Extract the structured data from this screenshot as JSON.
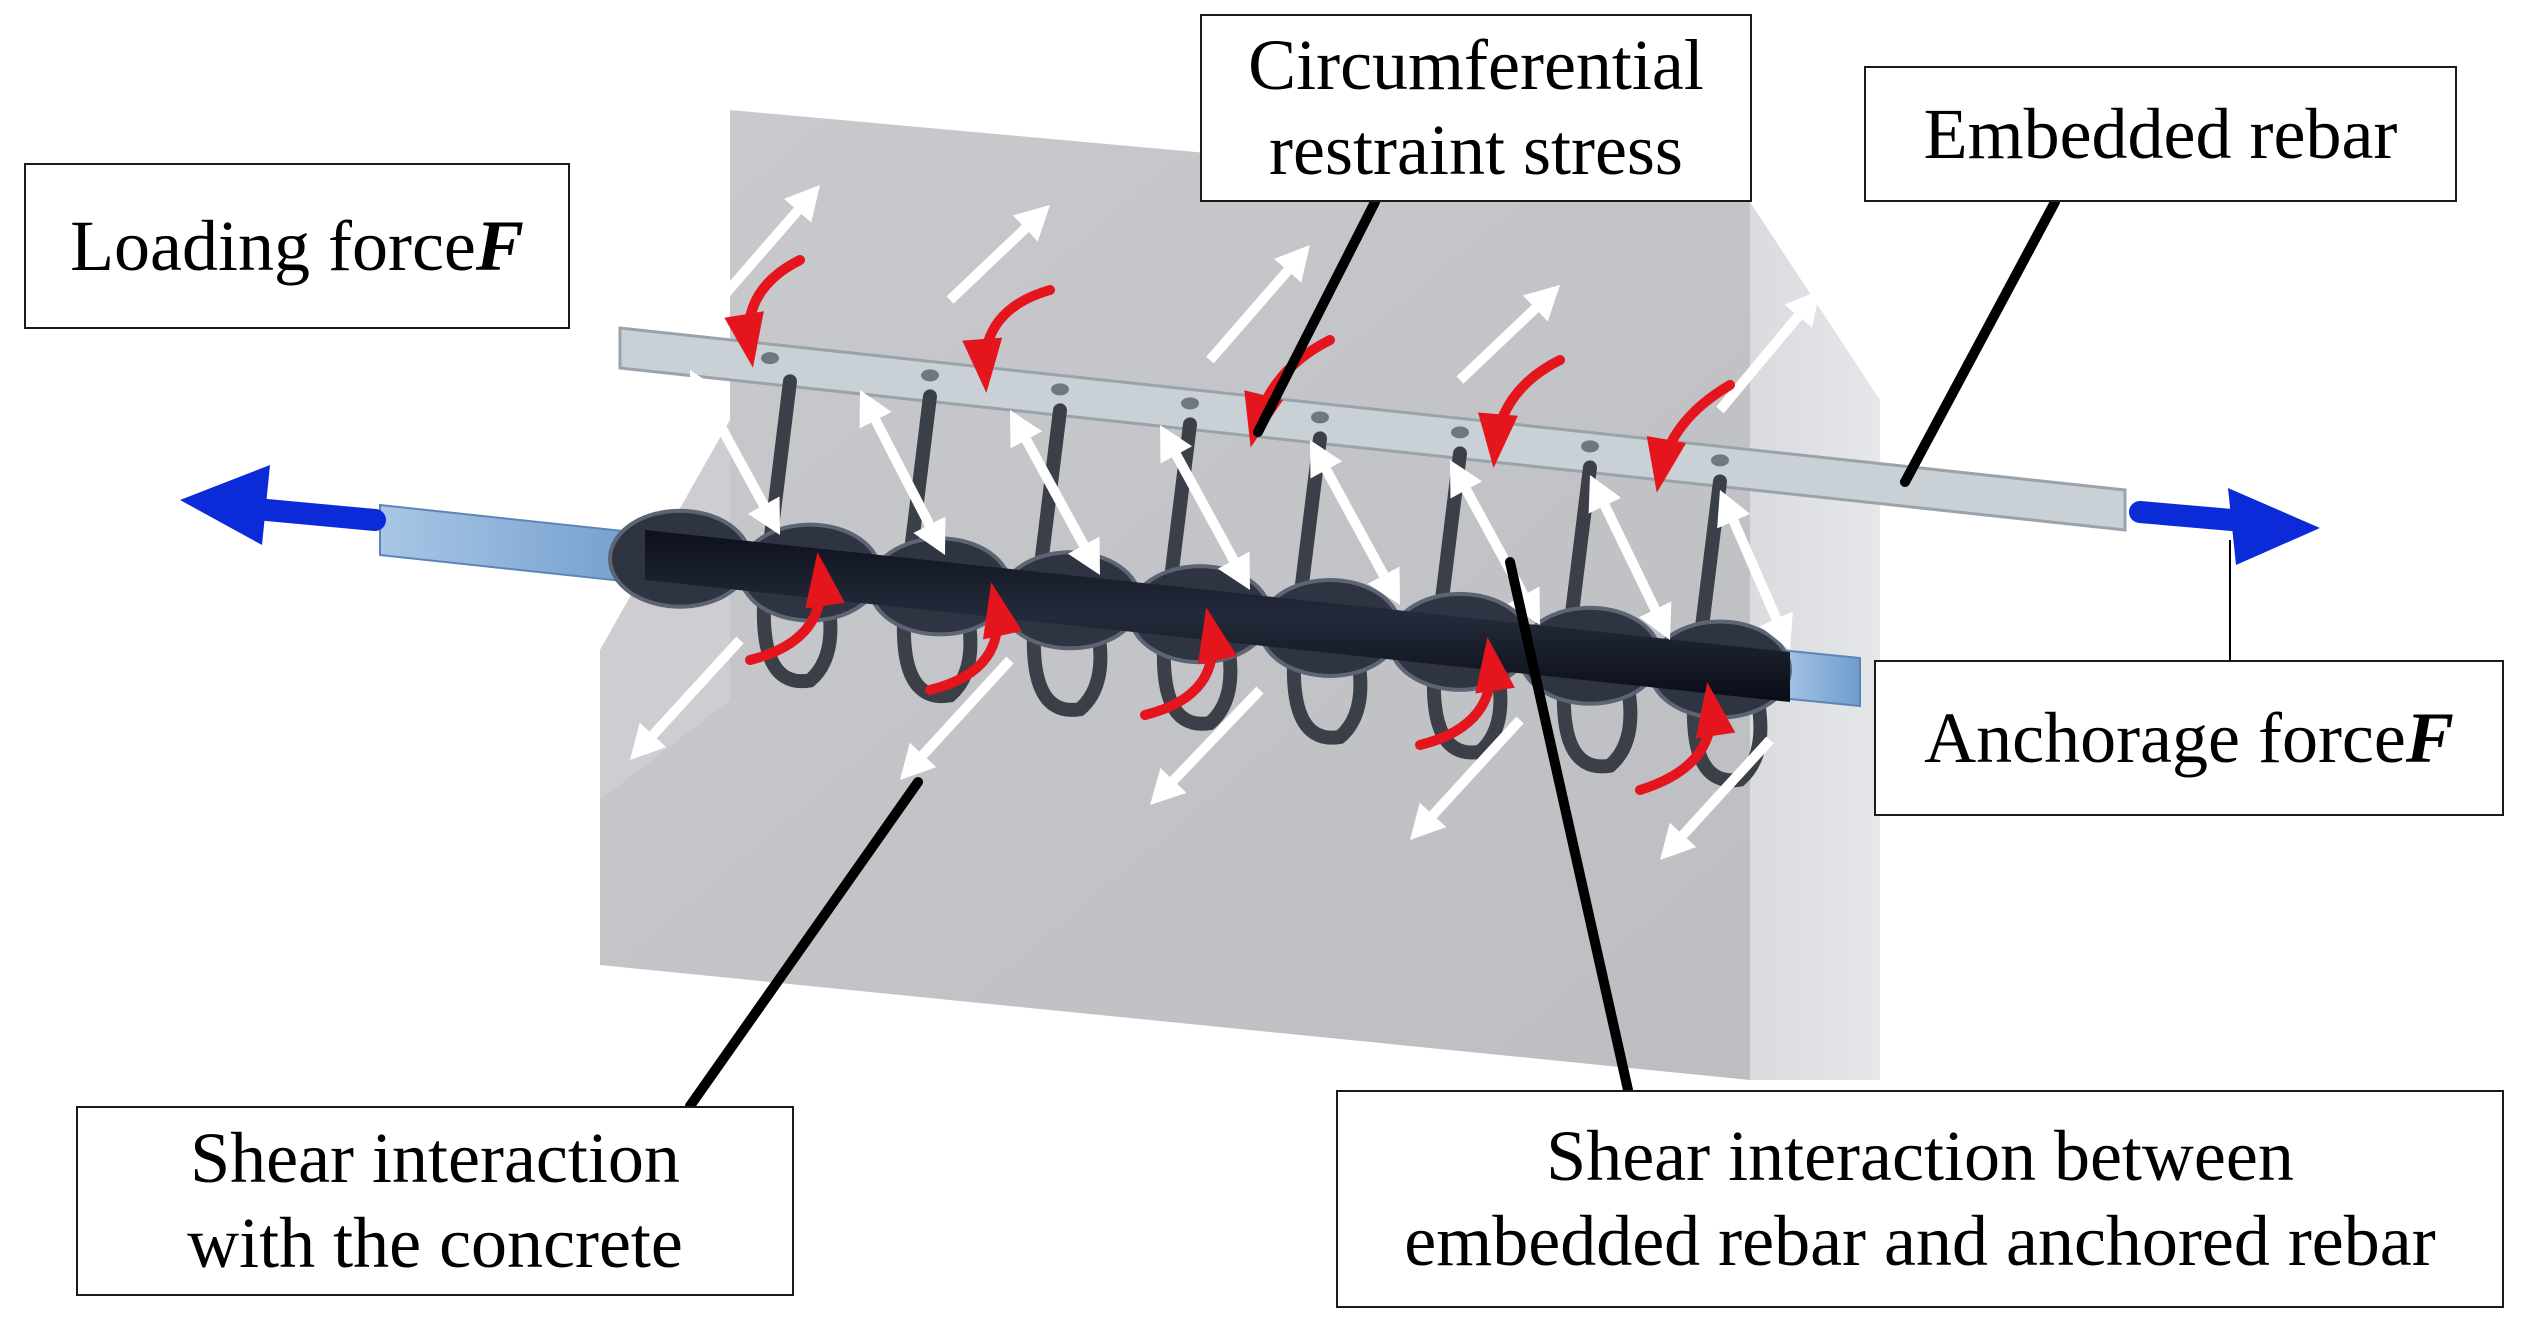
{
  "labels": {
    "loading_force": {
      "text": "Loading force ",
      "symbol": "F"
    },
    "circumferential_stress": {
      "text": "Circumferential\nrestraint stress"
    },
    "embedded_rebar": {
      "text": "Embedded rebar"
    },
    "anchorage_force": {
      "text": "Anchorage force ",
      "symbol": "F"
    },
    "shear_concrete": {
      "text": "Shear interaction\nwith the concrete"
    },
    "shear_rebars": {
      "text": "Shear interaction between\nembedded rebar and anchored rebar"
    }
  },
  "colors": {
    "concrete_front": "#c7c8cc",
    "concrete_side": "#d9dadd",
    "embedded_rebar": "#cfd5da",
    "anchored_rebar": "#111522",
    "anchored_rebar_end": "#8fb4dc",
    "load_arrow": "#0b2bd8",
    "rotation_arrow": "#e4151c",
    "stress_arrow": "#ffffff",
    "leader_line": "#000000"
  }
}
